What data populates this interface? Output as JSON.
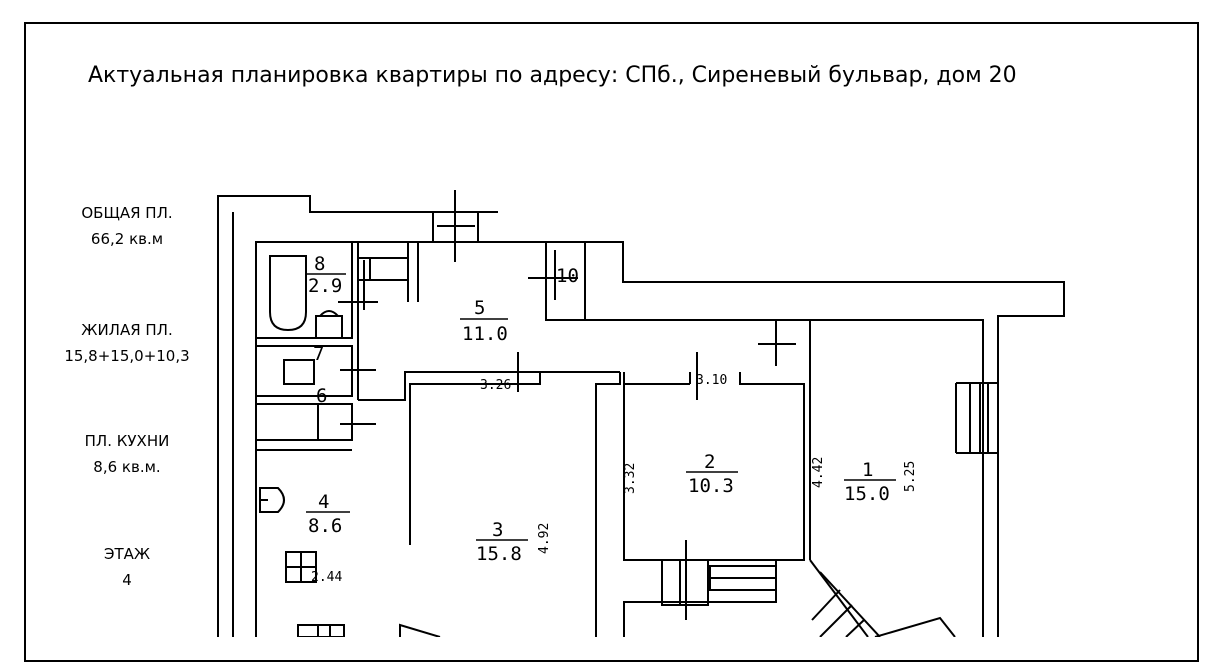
{
  "title": "Актуальная планировка квартиры по адресу: СПб., Сиреневый бульвар, дом 20",
  "info": {
    "total_label": "ОБЩАЯ ПЛ.",
    "total_value": "66,2 кв.м",
    "living_label": "ЖИЛАЯ ПЛ.",
    "living_value": "15,8+15,0+10,3",
    "kitchen_label": "ПЛ. КУХНИ",
    "kitchen_value": "8,6 кв.м.",
    "floor_label": "ЭТАЖ",
    "floor_value": "4"
  },
  "rooms": [
    {
      "id": "8",
      "number": "8",
      "area": "2.9"
    },
    {
      "id": "5",
      "number": "5",
      "area": "11.0"
    },
    {
      "id": "10",
      "number": "10"
    },
    {
      "id": "7",
      "number": "7"
    },
    {
      "id": "6",
      "number": "6"
    },
    {
      "id": "4",
      "number": "4",
      "area": "8.6"
    },
    {
      "id": "3",
      "number": "3",
      "area": "15.8"
    },
    {
      "id": "2",
      "number": "2",
      "area": "10.3"
    },
    {
      "id": "1",
      "number": "1",
      "area": "15.0"
    }
  ],
  "dimensions": {
    "d326": "3.26",
    "d310": "3.10",
    "d332": "3.32",
    "d442": "4.42",
    "d525": "5.25",
    "d492": "4.92",
    "d244": "2.44"
  }
}
